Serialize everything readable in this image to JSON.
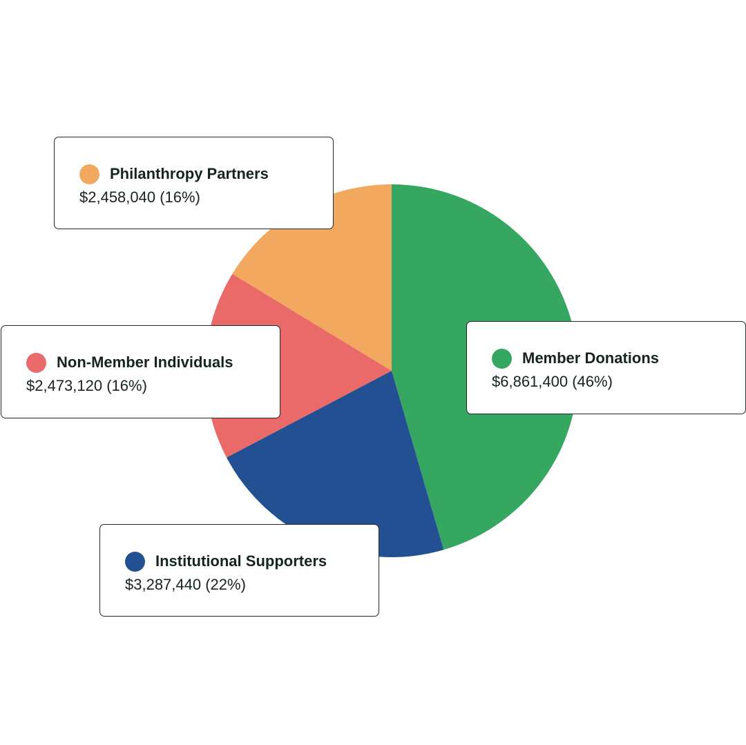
{
  "chart_data": {
    "type": "pie",
    "slices": [
      {
        "label": "Member Donations",
        "value": 6861400,
        "value_text": "$6,861,400 (46%)",
        "color": "#36a760"
      },
      {
        "label": "Institutional Supporters",
        "value": 3287440,
        "value_text": "$3,287,440 (22%)",
        "color": "#234f93"
      },
      {
        "label": "Non-Member Individuals",
        "value": 2473120,
        "value_text": "$2,473,120 (16%)",
        "color": "#ea6a69"
      },
      {
        "label": "Philanthropy Partners",
        "value": 2458040,
        "value_text": "$2,458,040 (16%)",
        "color": "#f3a860"
      }
    ]
  }
}
